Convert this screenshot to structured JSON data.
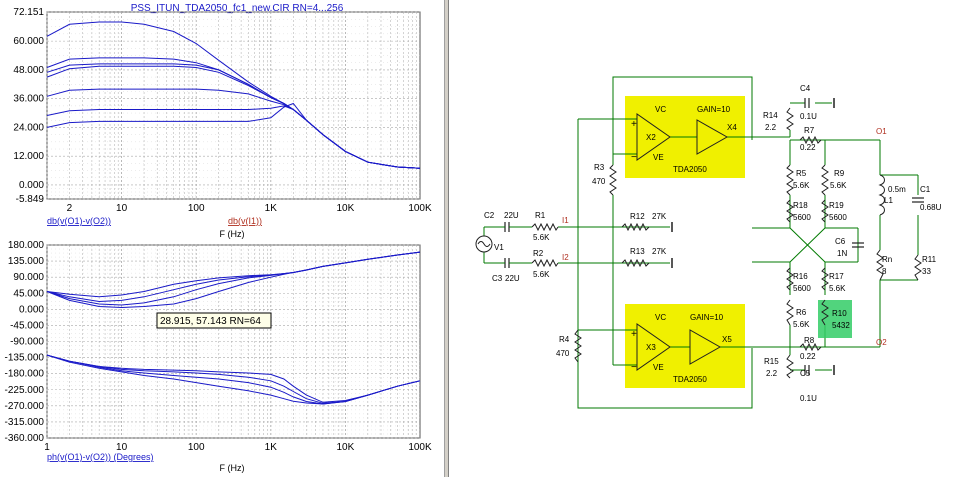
{
  "title": "PSS_ITUN_TDA2050_fc1_new.CIR RN=4...256",
  "tooltip": "28.915, 57.143 RN=64",
  "colors": {
    "trace": "#1a1ac8",
    "grid": "#a8a8a8",
    "wire": "#007a00",
    "amp_fill": "#f0f000",
    "component": "#202020",
    "highlight": "#33cc66",
    "label_red": "#b03020"
  },
  "magnitude_plot": {
    "y_ticks": [
      "72.151",
      "60.000",
      "48.000",
      "36.000",
      "24.000",
      "12.000",
      "0.000",
      "-5.849"
    ],
    "x_ticks": [
      "2",
      "10",
      "100",
      "1K",
      "10K",
      "100K"
    ],
    "ylabel_left": "db(v(O1)-v(O2))",
    "ylabel_right": "db(v(I1))",
    "xlabel": "F (Hz)"
  },
  "phase_plot": {
    "y_ticks": [
      "180.000",
      "135.000",
      "90.000",
      "45.000",
      "0.000",
      "-45.000",
      "-90.000",
      "-135.000",
      "-180.000",
      "-225.000",
      "-270.000",
      "-315.000",
      "-360.000"
    ],
    "x_ticks": [
      "1",
      "10",
      "100",
      "1K",
      "10K",
      "100K"
    ],
    "ylabel": "ph(v(O1)-v(O2)) (Degrees)",
    "xlabel": "F (Hz)"
  },
  "chart_data": [
    {
      "type": "line",
      "title": "PSS_ITUN_TDA2050_fc1_new.CIR RN=4...256",
      "xlabel": "F (Hz)",
      "ylabel": "db(v(O1)-v(O2))",
      "xscale": "log",
      "xlim": [
        1,
        100000
      ],
      "ylim": [
        -5.849,
        72.151
      ],
      "x": [
        1,
        2,
        5,
        10,
        20,
        50,
        100,
        200,
        500,
        1000,
        1500,
        2000,
        3000,
        5000,
        10000,
        20000,
        50000,
        100000
      ],
      "series": [
        {
          "values": [
            62,
            67,
            68,
            68,
            67,
            64,
            59,
            52,
            43,
            37,
            34,
            31.5,
            27,
            21,
            14,
            9.5,
            7.5,
            7
          ]
        },
        {
          "values": [
            49,
            52.5,
            53,
            53,
            53,
            52.5,
            51,
            48,
            42,
            36.5,
            34,
            31.5,
            27,
            21,
            14,
            9.5,
            7.5,
            7
          ]
        },
        {
          "values": [
            47,
            50,
            50.5,
            50.5,
            50.5,
            50.5,
            50,
            48,
            42,
            36.5,
            34,
            31.5,
            27,
            21,
            14,
            9.5,
            7.5,
            7
          ]
        },
        {
          "values": [
            45,
            48.5,
            49.5,
            49.5,
            49.5,
            49.5,
            49,
            47,
            41.5,
            36.5,
            34,
            31.5,
            27,
            21,
            14,
            9.5,
            7.5,
            7
          ]
        },
        {
          "values": [
            37,
            39.5,
            40,
            40,
            40,
            40,
            40,
            39.5,
            38,
            35,
            33.5,
            31.5,
            27,
            21,
            14,
            9.5,
            7.5,
            7
          ]
        },
        {
          "values": [
            29,
            31,
            31.5,
            31.5,
            31.5,
            31.5,
            31.5,
            31.5,
            31.5,
            32,
            33,
            31.5,
            27,
            21,
            14,
            9.5,
            7.5,
            7
          ]
        },
        {
          "values": [
            24,
            26,
            26.5,
            26.5,
            26.5,
            26.5,
            26.5,
            26.5,
            26.5,
            28,
            32.5,
            34,
            27,
            21,
            14,
            9.5,
            7.5,
            7
          ]
        }
      ]
    },
    {
      "type": "line",
      "xlabel": "F (Hz)",
      "ylabel": "ph(v(O1)-v(O2)) (Degrees)",
      "xscale": "log",
      "xlim": [
        1,
        100000
      ],
      "ylim": [
        -360,
        180
      ],
      "x": [
        1,
        2,
        5,
        10,
        20,
        50,
        100,
        200,
        500,
        1000,
        1500,
        2000,
        3000,
        5000,
        10000,
        20000,
        50000,
        100000
      ],
      "series": [
        {
          "values": [
            50,
            42,
            35,
            40,
            50,
            70,
            80,
            88,
            94,
            97,
            100,
            103,
            110,
            120,
            130,
            140,
            152,
            160
          ]
        },
        {
          "values": [
            50,
            35,
            22,
            25,
            35,
            55,
            70,
            82,
            91,
            96,
            100,
            103,
            110,
            120,
            130,
            140,
            152,
            160
          ]
        },
        {
          "values": [
            50,
            30,
            15,
            12,
            18,
            35,
            55,
            72,
            88,
            95,
            100,
            103,
            110,
            120,
            130,
            140,
            152,
            160
          ]
        },
        {
          "values": [
            50,
            25,
            8,
            5,
            8,
            15,
            30,
            50,
            75,
            90,
            98,
            103,
            110,
            120,
            130,
            140,
            152,
            160
          ]
        },
        {
          "values": [
            -128,
            -145,
            -160,
            -165,
            -168,
            -170,
            -172,
            -175,
            -178,
            -182,
            -195,
            -215,
            -240,
            -260,
            -255,
            -240,
            -215,
            -200
          ]
        },
        {
          "values": [
            -128,
            -145,
            -160,
            -168,
            -172,
            -175,
            -178,
            -182,
            -190,
            -200,
            -215,
            -230,
            -250,
            -263,
            -258,
            -240,
            -215,
            -200
          ]
        },
        {
          "values": [
            -128,
            -145,
            -162,
            -172,
            -178,
            -185,
            -190,
            -195,
            -205,
            -218,
            -232,
            -245,
            -258,
            -265,
            -258,
            -240,
            -215,
            -200
          ]
        },
        {
          "values": [
            -128,
            -148,
            -165,
            -175,
            -185,
            -195,
            -205,
            -215,
            -228,
            -240,
            -250,
            -257,
            -262,
            -265,
            -258,
            -240,
            -215,
            -200
          ]
        }
      ]
    }
  ],
  "schematic": {
    "components": {
      "C2": "C2",
      "C2v": "22U",
      "R1": "R1",
      "R1v": "5.6K",
      "I1": "I1",
      "V1": "V1",
      "C3": "C3",
      "C3v": "22U",
      "R2": "R2",
      "R2v": "5.6K",
      "I2": "I2",
      "R12": "R12",
      "R12v": "27K",
      "R13": "R13",
      "R13v": "27K",
      "R3": "R3",
      "R3v": "470",
      "R4": "R4",
      "R4v": "470",
      "VC1": "VC",
      "VE1": "VE",
      "X2": "X2",
      "X4": "X4",
      "GAIN1": "GAIN=10",
      "TDA1": "TDA2050",
      "VC2": "VC",
      "VE2": "VE",
      "X3": "X3",
      "X5": "X5",
      "GAIN2": "GAIN=10",
      "TDA2": "TDA2050",
      "R14": "R14",
      "R14v": "2.2",
      "C4": "C4",
      "C4v": "0.1U",
      "R7": "R7",
      "R7v": "0.22",
      "O1": "O1",
      "R5": "R5",
      "R5v": "5.6K",
      "R9": "R9",
      "R9v": "5.6K",
      "R18": "R18",
      "R18v": "5600",
      "R19": "R19",
      "R19v": "5600",
      "C6": "C6",
      "C6v": "1N",
      "R16": "R16",
      "R16v": "5600",
      "R17": "R17",
      "R17v": "5.6K",
      "R6": "R6",
      "R6v": "5.6K",
      "R10": "R10",
      "R10v": "5432",
      "R8": "R8",
      "R8v": "0.22",
      "R15": "R15",
      "R15v": "2.2",
      "C5": "C5",
      "C5v": "0.1U",
      "O2": "O2",
      "L1": "L1",
      "L1v": "0.5m",
      "C1": "C1",
      "C1v": "0.68U",
      "Rn": "Rn",
      "Rnv": "8",
      "R11": "R11",
      "R11v": "33"
    }
  }
}
